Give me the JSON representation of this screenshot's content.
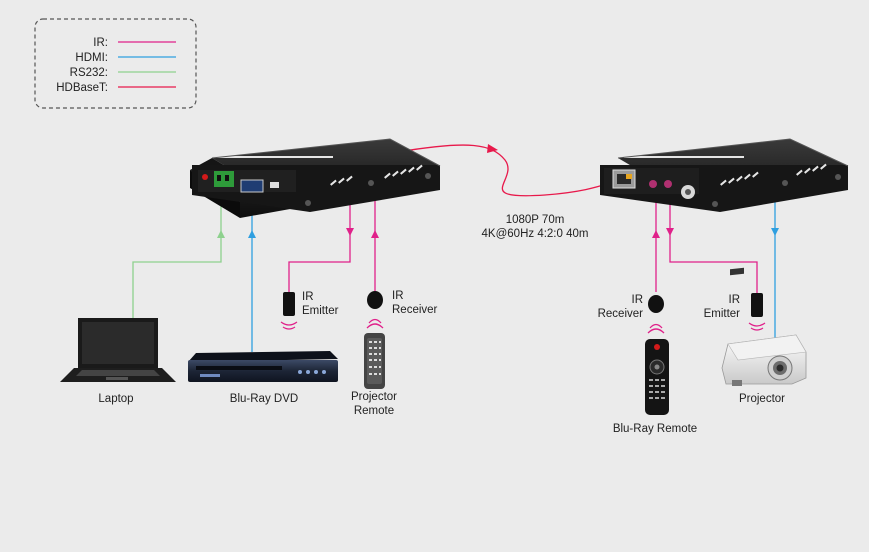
{
  "legend": {
    "items": [
      {
        "label": "IR:",
        "color": "#e0218a"
      },
      {
        "label": "HDMI:",
        "color": "#2f9fe0"
      },
      {
        "label": "RS232:",
        "color": "#8ed18e"
      },
      {
        "label": "HDBaseT:",
        "color": "#e8194b"
      }
    ]
  },
  "link": {
    "line1": "1080P 70m",
    "line2": "4K@60Hz 4:2:0 40m"
  },
  "left_side": {
    "ir_emitter": {
      "line1": "IR",
      "line2": "Emitter"
    },
    "ir_receiver": {
      "line1": "IR",
      "line2": "Receiver"
    },
    "laptop": "Laptop",
    "bluray_dvd": "Blu-Ray DVD",
    "projector_remote": {
      "line1": "Projector",
      "line2": "Remote"
    }
  },
  "right_side": {
    "ir_receiver": {
      "line1": "IR",
      "line2": "Receiver"
    },
    "ir_emitter": {
      "line1": "IR",
      "line2": "Emitter"
    },
    "bluray_remote": "Blu-Ray Remote",
    "projector": "Projector"
  },
  "icons": [
    "transmitter-device-icon",
    "receiver-device-icon",
    "laptop-icon",
    "bluray-player-icon",
    "remote-control-icon",
    "projector-icon",
    "ir-emitter-icon",
    "ir-receiver-icon"
  ]
}
